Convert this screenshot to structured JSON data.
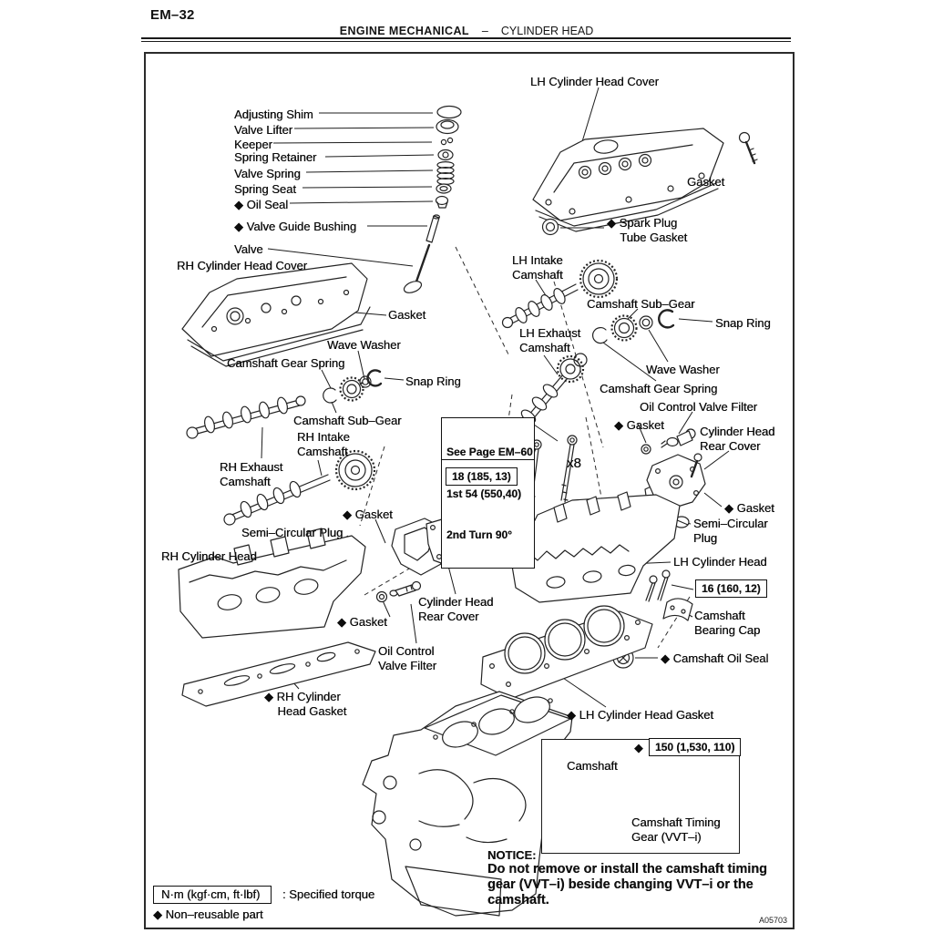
{
  "header": {
    "page_code": "EM–32",
    "section": "ENGINE MECHANICAL",
    "dash": "–",
    "subsection": "CYLINDER HEAD"
  },
  "figure": {
    "code": "A05703"
  },
  "torque": {
    "see_page": "See Page EM–60",
    "step1": "1st 54 (550,40)",
    "step2": "2nd Turn 90°",
    "head_bolt": "18 (185, 13)",
    "bearing_cap": "16 (160, 12)",
    "timing_gear": "150 (1,530, 110)",
    "non_reusable_symbol": "◆"
  },
  "inset": {
    "camshaft_label": "Camshaft",
    "timing_gear_label": "Camshaft Timing\nGear (VVT–i)"
  },
  "notice": {
    "title": "NOTICE:",
    "body": "Do not remove or install the camshaft timing\ngear (VVT–i) beside changing VVT–i or the\ncamshaft."
  },
  "legend": {
    "torque_box": "N·m (kgf·cm, ft·lbf)",
    "torque_text": ": Specified torque",
    "non_reusable": "◆ Non–reusable part"
  },
  "labels": [
    {
      "text": "Adjusting Shim"
    },
    {
      "text": "Valve Lifter"
    },
    {
      "text": "Keeper"
    },
    {
      "text": "Spring Retainer"
    },
    {
      "text": "Valve Spring"
    },
    {
      "text": "Spring Seat"
    },
    {
      "text": "◆ Oil Seal"
    },
    {
      "text": "◆ Valve Guide Bushing"
    },
    {
      "text": "Valve"
    },
    {
      "text": "RH Cylinder Head Cover"
    },
    {
      "text": "LH Cylinder Head Cover"
    },
    {
      "text": "Gasket"
    },
    {
      "text": "◆ Spark Plug\n    Tube Gasket"
    },
    {
      "text": "LH Intake\nCamshaft"
    },
    {
      "text": "Camshaft Sub–Gear"
    },
    {
      "text": "Snap Ring"
    },
    {
      "text": "LH Exhaust\nCamshaft"
    },
    {
      "text": "Wave Washer"
    },
    {
      "text": "Camshaft Gear Spring"
    },
    {
      "text": "Oil Control Valve Filter"
    },
    {
      "text": "◆ Gasket"
    },
    {
      "text": "Cylinder Head\nRear Cover"
    },
    {
      "text": "Gasket"
    },
    {
      "text": "Wave Washer"
    },
    {
      "text": "Camshaft Gear Spring"
    },
    {
      "text": "Snap Ring"
    },
    {
      "text": "Camshaft Sub–Gear"
    },
    {
      "text": "RH Intake\nCamshaft"
    },
    {
      "text": "RH Exhaust\nCamshaft"
    },
    {
      "text": "x8"
    },
    {
      "text": "◆ Gasket"
    },
    {
      "text": "Semi–Circular Plug"
    },
    {
      "text": "RH Cylinder Head"
    },
    {
      "text": "◆ Gasket"
    },
    {
      "text": "Cylinder Head\nRear Cover"
    },
    {
      "text": "Oil Control\nValve Filter"
    },
    {
      "text": "◆ RH Cylinder\n    Head Gasket"
    },
    {
      "text": "◆ Gasket"
    },
    {
      "text": "Semi–Circular\nPlug"
    },
    {
      "text": "LH Cylinder Head"
    },
    {
      "text": "Camshaft\nBearing Cap"
    },
    {
      "text": "◆ Camshaft Oil Seal"
    },
    {
      "text": "◆ LH Cylinder Head Gasket"
    }
  ]
}
